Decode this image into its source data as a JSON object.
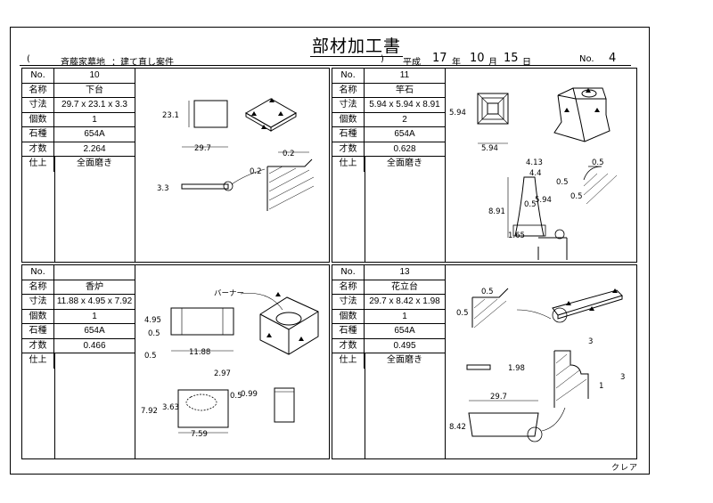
{
  "title": "部材加工書",
  "header": {
    "open_paren": "(",
    "project": "斉藤家墓地",
    "colon_note": "：建て直し案件",
    "close_paren": ")",
    "era": "平成",
    "year": "17",
    "year_label": "年",
    "month": "10",
    "month_label": "月",
    "day": "15",
    "day_label": "日",
    "no_label": "No.",
    "no_value": "4"
  },
  "row_labels": {
    "no": "No.",
    "name": "名称",
    "size": "寸法",
    "count": "個数",
    "stone": "石種",
    "volume": "才数",
    "finish": "仕上"
  },
  "panels": [
    {
      "no": "10",
      "name": "下台",
      "size": "29.7 x 23.1 x 3.3",
      "count": "1",
      "stone": "654A",
      "volume": "2.264",
      "finish": "全面磨き",
      "dims": {
        "w": "29.7",
        "h": "23.1",
        "t": "3.3",
        "c1": "0.2",
        "c2": "0.2"
      }
    },
    {
      "no": "11",
      "name": "竿石",
      "size": "5.94 x 5.94 x 8.91",
      "count": "2",
      "stone": "654A",
      "volume": "0.628",
      "finish": "全面磨き",
      "dims": {
        "w": "5.94",
        "h": "5.94",
        "top": "4.13",
        "inner": "4.4",
        "r": "0.5",
        "side": "5.94",
        "ht": "8.91",
        "mid": "0.5",
        "base": "1.65",
        "c": "0.5",
        "c2": "0.5"
      }
    },
    {
      "no": "",
      "name": "香炉",
      "size": "11.88 x 4.95 x 7.92",
      "count": "1",
      "stone": "654A",
      "volume": "0.466",
      "finish": "",
      "dims": {
        "h": "4.95",
        "s": "0.5",
        "w": "11.88",
        "s2": "0.5",
        "top": "2.97",
        "r": "0.5",
        "d": "0.99",
        "ht": "7.92",
        "inner": "3.63",
        "bw": "7.59",
        "burner": "バーナー"
      }
    },
    {
      "no": "13",
      "name": "花立台",
      "size": "29.7 x 8.42 x 1.98",
      "count": "1",
      "stone": "654A",
      "volume": "0.495",
      "finish": "全面磨き",
      "dims": {
        "c": "0.5",
        "c2": "0.5",
        "t": "1.98",
        "s": "3",
        "s2": "3",
        "s3": "1",
        "w": "29.7",
        "h": "8.42"
      }
    }
  ],
  "footer": "クレア"
}
